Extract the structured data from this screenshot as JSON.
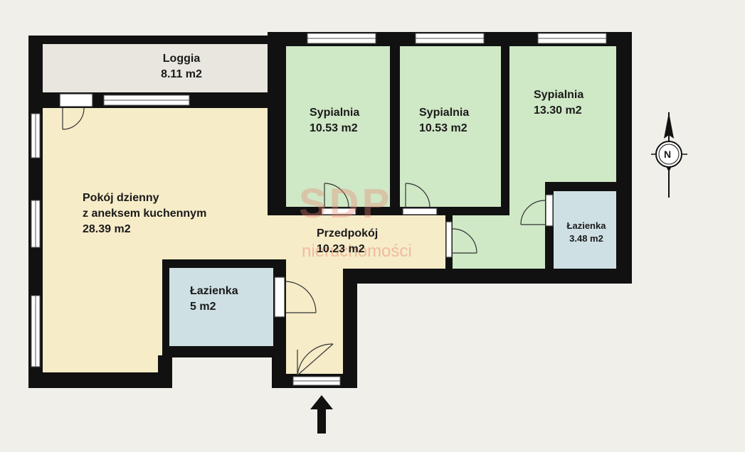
{
  "rooms": {
    "loggia": {
      "name": "Loggia",
      "area": "8.11 m2"
    },
    "living": {
      "name_line1": "Pokój dzienny",
      "name_line2": "z aneksem kuchennym",
      "area": "28.39 m2"
    },
    "bedroom1": {
      "name": "Sypialnia",
      "area": "10.53 m2"
    },
    "bedroom2": {
      "name": "Sypialnia",
      "area": "10.53 m2"
    },
    "bedroom3": {
      "name": "Sypialnia",
      "area": "13.30 m2"
    },
    "hall": {
      "name": "Przedpokój",
      "area": "10.23 m2"
    },
    "bath_small": {
      "name": "Łazienka",
      "area": "3.48 m2"
    },
    "bath": {
      "name": "Łazienka",
      "area": "5 m2"
    }
  },
  "compass": {
    "label": "N"
  },
  "watermark": {
    "logo": "SDP",
    "sub": "nieruchomości"
  },
  "colors": {
    "background": "#f1efea",
    "wall": "#111111",
    "living": "#f6ecc8",
    "hall": "#f6ecc8",
    "bedroom": "#cfe8c6",
    "bathroom": "#cfe0e4",
    "loggia": "#e9e6df",
    "window": "#ffffff"
  }
}
